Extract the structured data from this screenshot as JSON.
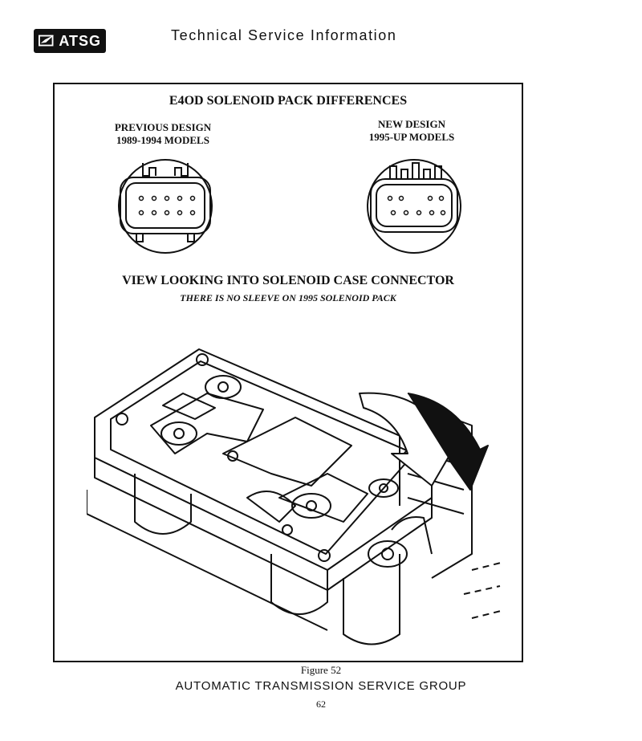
{
  "header": {
    "logo_text": "ATSG",
    "title": "Technical Service Information"
  },
  "figure": {
    "title": "E4OD SOLENOID PACK DIFFERENCES",
    "previous": {
      "line1": "PREVIOUS DESIGN",
      "line2": "1989-1994 MODELS"
    },
    "new": {
      "line1": "NEW DESIGN",
      "line2": "1995-UP MODELS"
    },
    "view_label": "VIEW LOOKING INTO SOLENOID CASE CONNECTOR",
    "note": "THERE IS NO SLEEVE ON 1995 SOLENOID PACK",
    "caption": "Figure 52"
  },
  "footer": {
    "text": "AUTOMATIC TRANSMISSION SERVICE GROUP",
    "page": "62"
  }
}
